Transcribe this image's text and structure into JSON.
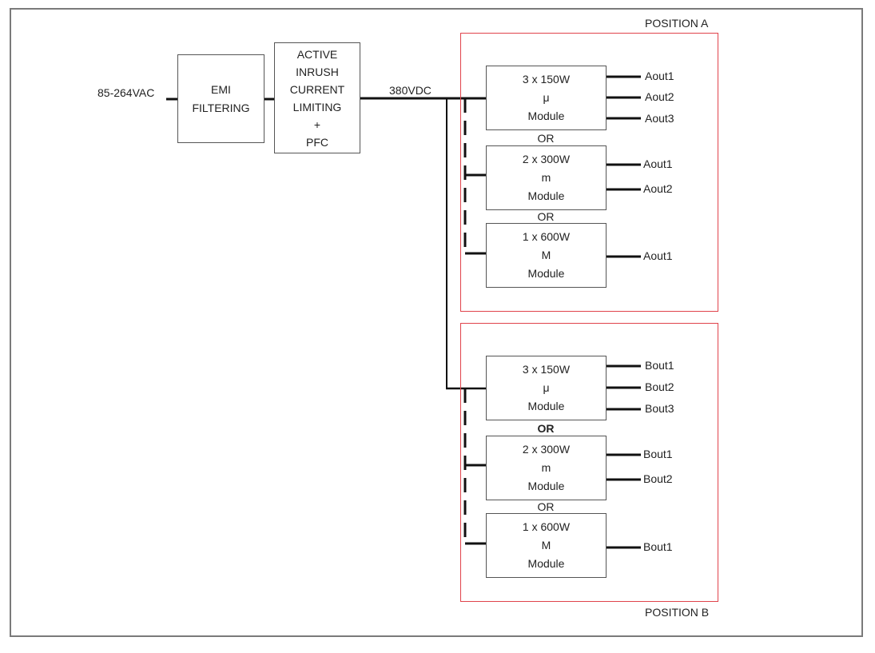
{
  "diagram": {
    "input_label": "85-264VAC",
    "bus_label": "380VDC",
    "emi_block": [
      "EMI",
      "FILTERING"
    ],
    "pfc_block": [
      "ACTIVE",
      "INRUSH",
      "CURRENT",
      "LIMITING",
      "+",
      "PFC"
    ],
    "or_label": "OR",
    "colors": {
      "position_border": "#e0434b",
      "line": "#111111",
      "frame": "#7a7a7a"
    },
    "positions": [
      {
        "label": "POSITION A",
        "modules": [
          {
            "lines": [
              "3 x 150W",
              "μ",
              "Module"
            ],
            "outputs": [
              "Aout1",
              "Aout2",
              "Aout3"
            ]
          },
          {
            "lines": [
              "2 x 300W",
              "m",
              "Module"
            ],
            "outputs": [
              "Aout1",
              "Aout2"
            ]
          },
          {
            "lines": [
              "1 x 600W",
              "M",
              "Module"
            ],
            "outputs": [
              "Aout1"
            ]
          }
        ]
      },
      {
        "label": "POSITION B",
        "modules": [
          {
            "lines": [
              "3 x 150W",
              "μ",
              "Module"
            ],
            "outputs": [
              "Bout1",
              "Bout2",
              "Bout3"
            ]
          },
          {
            "lines": [
              "2 x 300W",
              "m",
              "Module"
            ],
            "outputs": [
              "Bout1",
              "Bout2"
            ]
          },
          {
            "lines": [
              "1 x 600W",
              "M",
              "Module"
            ],
            "outputs": [
              "Bout1"
            ]
          }
        ]
      }
    ]
  }
}
